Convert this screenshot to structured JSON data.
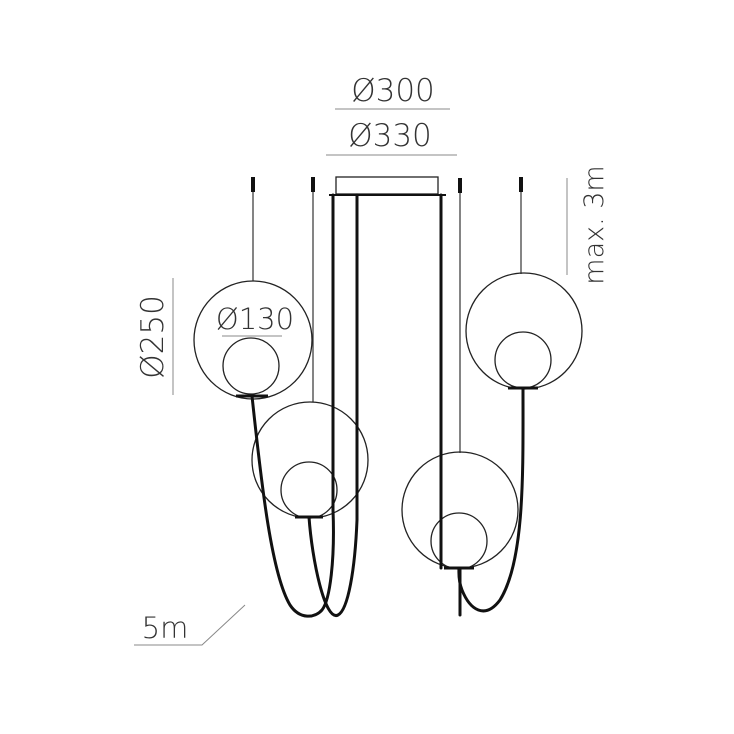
{
  "diagram": {
    "type": "technical-drawing",
    "subject": "pendant lamp cluster with 4 globes",
    "colors": {
      "line": "#1a1a1a",
      "dim_line": "#888888",
      "text": "#333333",
      "background": "#ffffff"
    }
  },
  "dimensions": {
    "canopy_inner": "Ø300",
    "canopy_outer": "Ø330",
    "outer_globe": "Ø250",
    "inner_globe": "Ø130",
    "suspension": "max. 3m",
    "cable": "5m"
  }
}
